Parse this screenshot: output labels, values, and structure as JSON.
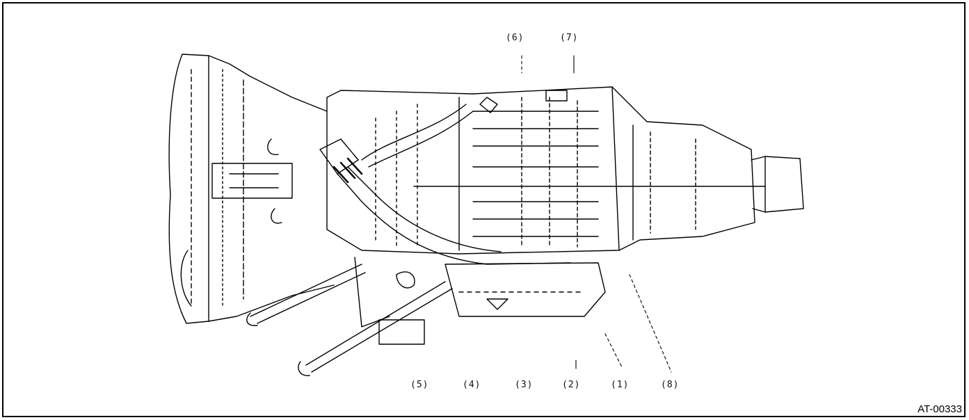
{
  "figure_id": "AT-00333",
  "callouts": {
    "top": [
      "(6)",
      "(7)"
    ],
    "bottom": [
      "(5)",
      "(4)",
      "(3)",
      "(2)",
      "(1)",
      "(8)"
    ]
  }
}
